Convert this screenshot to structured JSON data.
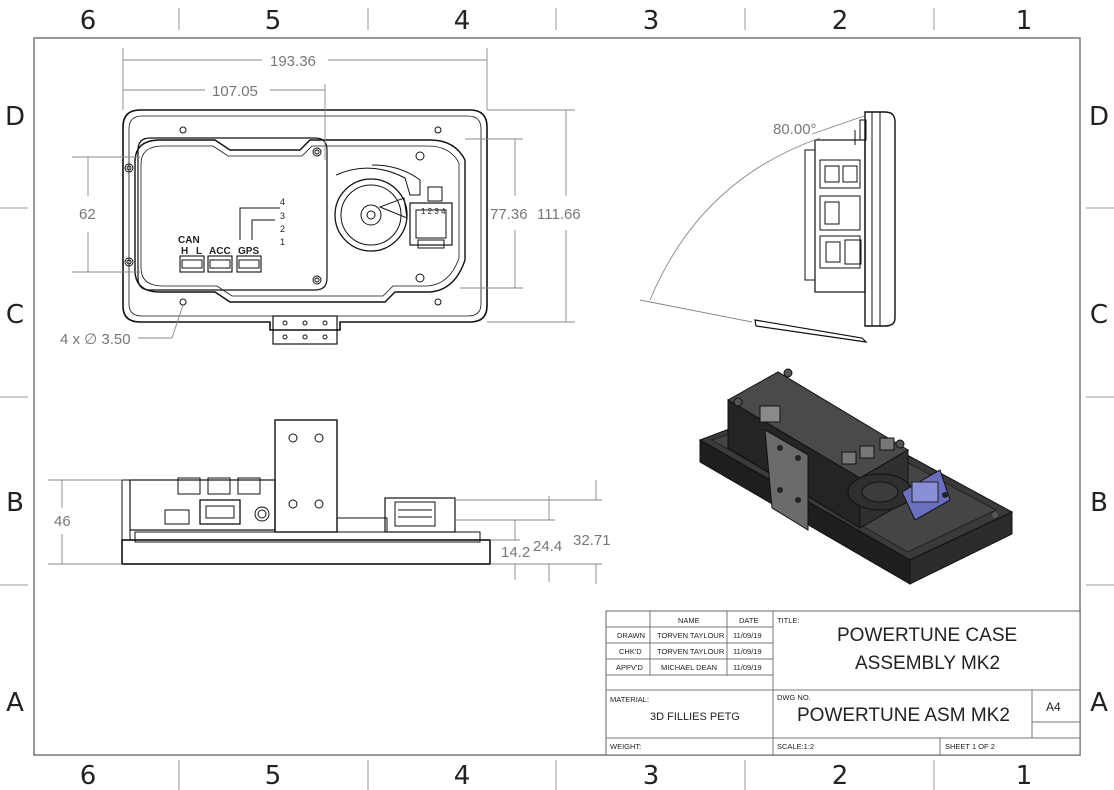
{
  "zones": {
    "columns": [
      "6",
      "5",
      "4",
      "3",
      "2",
      "1"
    ],
    "rows": [
      "D",
      "C",
      "B",
      "A"
    ]
  },
  "top_view": {
    "dim_overall_width": "193.36",
    "dim_partial_width": "107.05",
    "dim_height_inner": "62",
    "dim_height_77": "77.36",
    "dim_height_111": "111.66",
    "hole_note": "4 x ∅ 3.50",
    "connector_labels": [
      "CAN",
      "H",
      "L",
      "ACC",
      "GPS"
    ],
    "pin_numbers_vertical": [
      "4",
      "3",
      "2",
      "1"
    ],
    "pin_numbers_horizontal": "1 2 3 4"
  },
  "side_view": {
    "dim_angle": "80.00°"
  },
  "front_view": {
    "dim_height": "46",
    "dim_14": "14.2",
    "dim_24": "24.4",
    "dim_32": "32.71"
  },
  "title_block": {
    "col_name": "NAME",
    "col_date": "DATE",
    "rows": [
      {
        "role": "DRAWN",
        "name": "TORVEN TAYLOUR",
        "date": "11/09/19"
      },
      {
        "role": "CHK'D",
        "name": "TORVEN TAYLOUR",
        "date": "11/09/19"
      },
      {
        "role": "APPV'D",
        "name": "MICHAEL DEAN",
        "date": "11/09/19"
      }
    ],
    "title_label": "TITLE:",
    "title_line1": "POWERTUNE CASE",
    "title_line2": "ASSEMBLY MK2",
    "material_label": "MATERIAL:",
    "material": "3D FILLIES PETG",
    "dwg_label": "DWG NO.",
    "dwg_no": "POWERTUNE ASM MK2",
    "size": "A4",
    "weight_label": "WEIGHT:",
    "scale": "SCALE:1:2",
    "sheet": "SHEET 1 OF 2"
  },
  "colors": {
    "line": "#111111",
    "dimension": "#888888",
    "iso_body": "#2a2a2a",
    "connector": "#6a6fbf"
  }
}
